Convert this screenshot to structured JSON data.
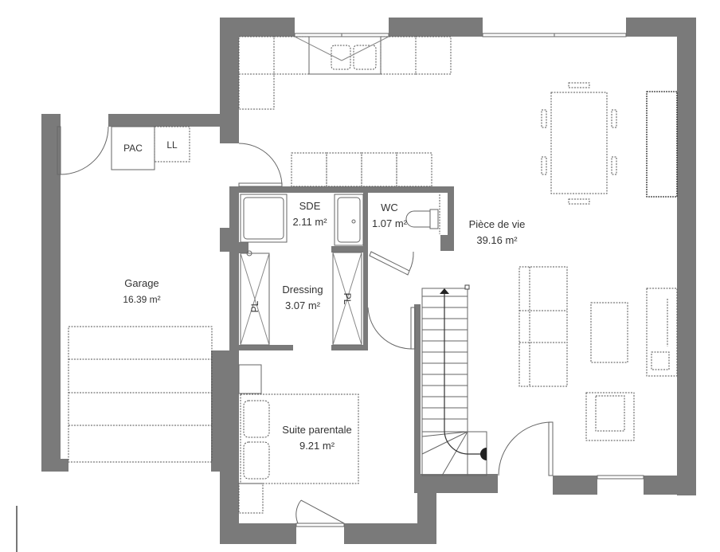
{
  "plan": {
    "rooms": [
      {
        "id": "garage",
        "name": "Garage",
        "area": "16.39 m²"
      },
      {
        "id": "sde",
        "name": "SDE",
        "area": "2.11 m²"
      },
      {
        "id": "wc",
        "name": "WC",
        "area": "1.07 m²"
      },
      {
        "id": "dressing",
        "name": "Dressing",
        "area": "3.07 m²"
      },
      {
        "id": "piece-de-vie",
        "name": "Pièce de vie",
        "area": "39.16 m²"
      },
      {
        "id": "suite-parentale",
        "name": "Suite parentale",
        "area": "9.21 m²"
      }
    ],
    "equipment": {
      "pac": "PAC",
      "ll": "LL",
      "pl_left": "PL",
      "pl_right": "PL"
    },
    "colors": {
      "wall": "#7a7a7a",
      "furniture": "#555555",
      "background": "#ffffff"
    }
  }
}
